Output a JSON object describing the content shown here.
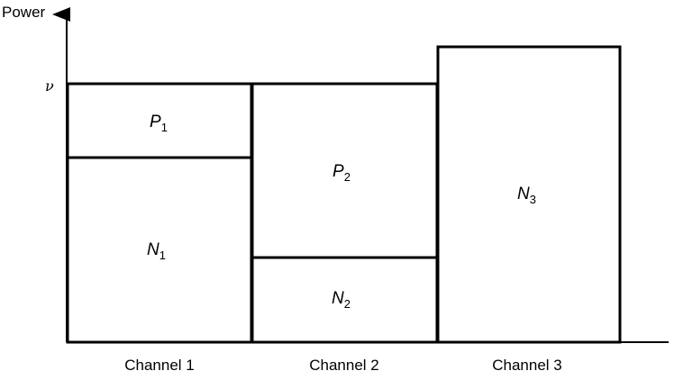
{
  "axis": {
    "y_label": "Power",
    "level_label": "ν"
  },
  "channels": [
    {
      "label": "Channel 1",
      "blocks": [
        {
          "letter": "P",
          "subscript": "1"
        },
        {
          "letter": "N",
          "subscript": "1"
        }
      ]
    },
    {
      "label": "Channel 2",
      "blocks": [
        {
          "letter": "P",
          "subscript": "2"
        },
        {
          "letter": "N",
          "subscript": "2"
        }
      ]
    },
    {
      "label": "Channel 3",
      "blocks": [
        {
          "letter": "N",
          "subscript": "3"
        }
      ]
    }
  ],
  "colors": {
    "stroke": "#000000",
    "background": "#ffffff"
  }
}
